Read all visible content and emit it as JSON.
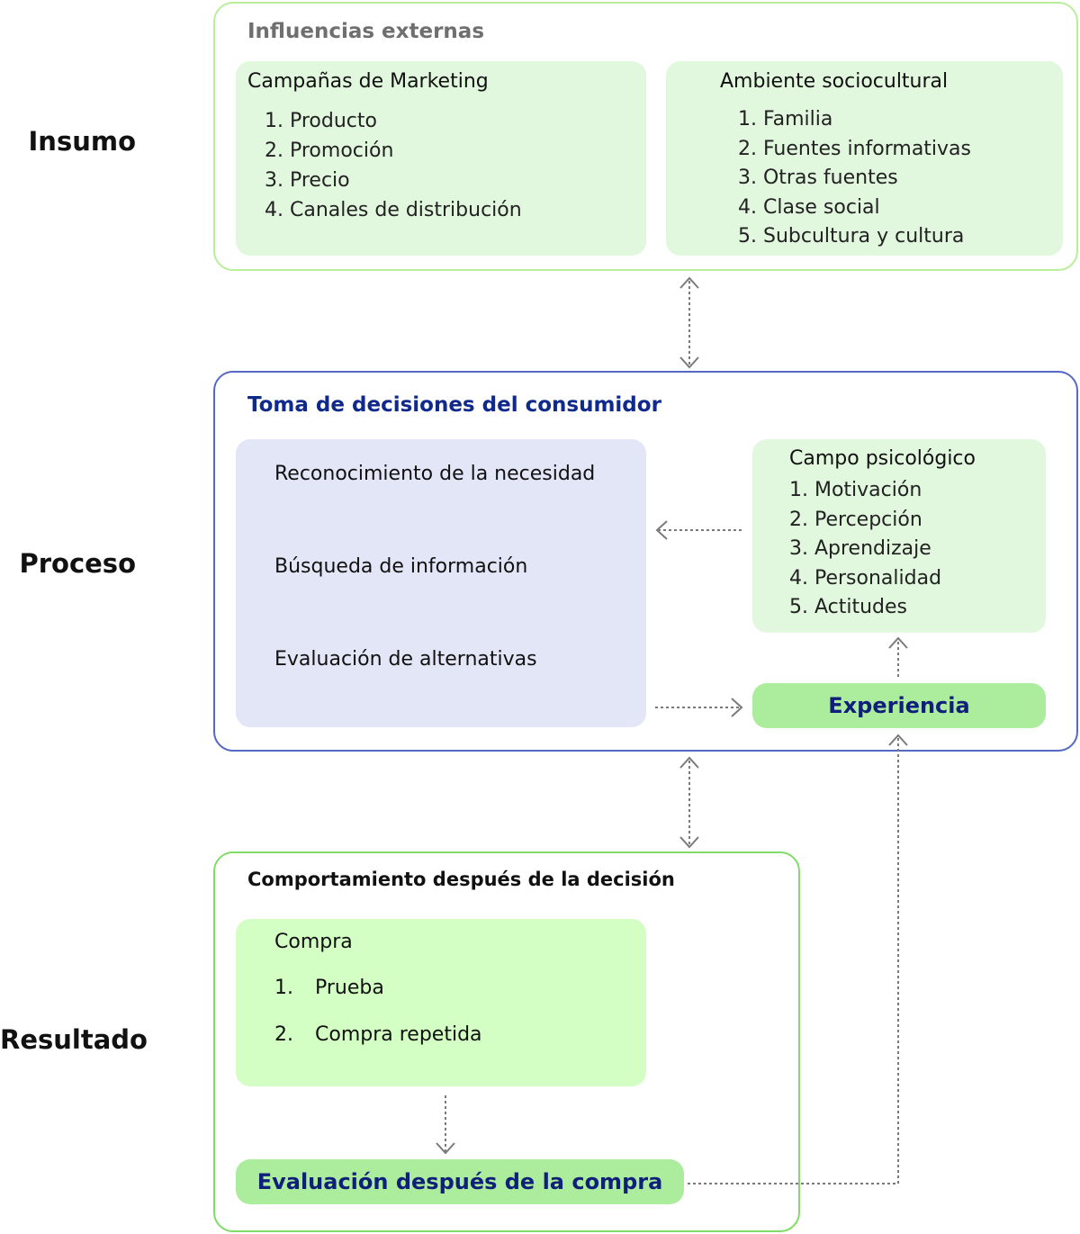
{
  "stages": {
    "input": "Insumo",
    "process": "Proceso",
    "output": "Resultado"
  },
  "input_box": {
    "title": "Influencias externas",
    "marketing": {
      "title": "Campañas de Marketing",
      "items": [
        "1. Producto",
        "2. Promoción",
        "3. Precio",
        "4. Canales de distribución"
      ]
    },
    "sociocultural": {
      "title": "Ambiente sociocultural",
      "items": [
        "1. Familia",
        "2. Fuentes informativas",
        "3. Otras fuentes",
        "4. Clase social",
        "5. Subcultura y cultura"
      ]
    }
  },
  "process_box": {
    "title": "Toma de decisiones del consumidor",
    "steps": [
      "Reconocimiento de la necesidad",
      "Búsqueda de información",
      "Evaluación de alternativas"
    ],
    "psych": {
      "title": "Campo psicológico",
      "items": [
        "1. Motivación",
        "2. Percepción",
        "3. Aprendizaje",
        "4. Personalidad",
        "5. Actitudes"
      ]
    },
    "experience": "Experiencia"
  },
  "output_box": {
    "title": "Comportamiento después de la decisión",
    "purchase": {
      "title": "Compra",
      "items": [
        {
          "num": "1.",
          "label": "Prueba"
        },
        {
          "num": "2.",
          "label": "Compra repetida"
        }
      ]
    },
    "evaluation": "Evaluación después de la compra"
  },
  "colors": {
    "input_border": "#b9ef9a",
    "process_border": "#5468c4",
    "output_border": "#7fdc66",
    "process_title": "#0f2a8a",
    "pill_text": "#0f1f7a",
    "connector": "#7a7a7a"
  }
}
